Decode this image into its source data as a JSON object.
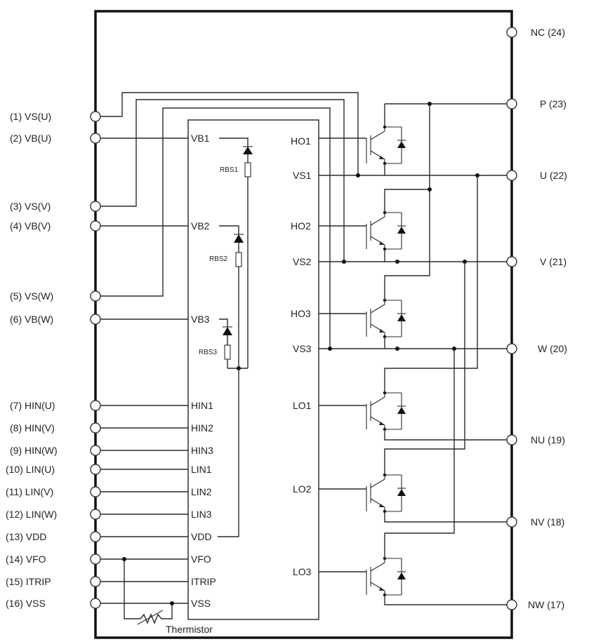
{
  "left_pins": [
    "(1) VS(U)",
    "(2) VB(U)",
    "(3) VS(V)",
    "(4) VB(V)",
    "(5) VS(W)",
    "(6) VB(W)",
    "(7) HIN(U)",
    "(8) HIN(V)",
    "(9) HIN(W)",
    "(10) LIN(U)",
    "(11) LIN(V)",
    "(12) LIN(W)",
    "(13) VDD",
    "(14) VFO",
    "(15) ITRIP",
    "(16) VSS"
  ],
  "right_pins": [
    "NC (24)",
    "P (23)",
    "U (22)",
    "V (21)",
    "W (20)",
    "NU (19)",
    "NV (18)",
    "NW (17)"
  ],
  "ic_left": [
    "VB1",
    "VB2",
    "VB3",
    "HIN1",
    "HIN2",
    "HIN3",
    "LIN1",
    "LIN2",
    "LIN3",
    "VDD",
    "VFO",
    "ITRIP",
    "VSS"
  ],
  "ic_right": [
    "HO1",
    "VS1",
    "HO2",
    "VS2",
    "HO3",
    "VS3",
    "LO1",
    "LO2",
    "LO3"
  ],
  "resistors": [
    "RBS1",
    "RBS2",
    "RBS3"
  ],
  "thermistor_label": "Thermistor"
}
